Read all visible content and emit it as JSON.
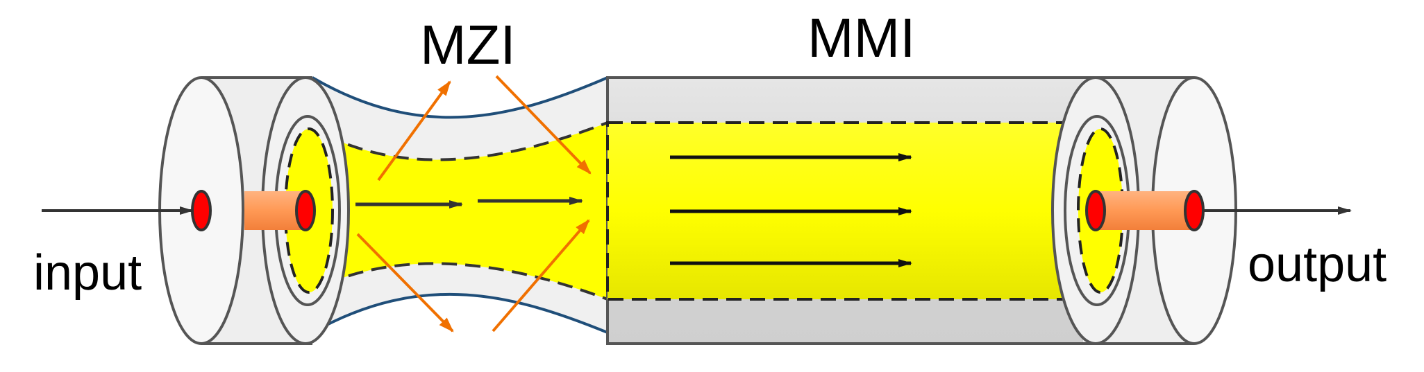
{
  "labels": {
    "mzi": "MZI",
    "mmi": "MMI",
    "input": "input",
    "output": "output"
  },
  "colors": {
    "core_yellow": "#ffff00",
    "cladding_gray": "#d9d9d9",
    "cladding_light": "#f0f0f0",
    "fiber_orange": "#ff9955",
    "core_red": "#ff0000",
    "radiation_arrow": "#f07000",
    "taper_edge": "#1f4e79",
    "outline": "#555555"
  }
}
